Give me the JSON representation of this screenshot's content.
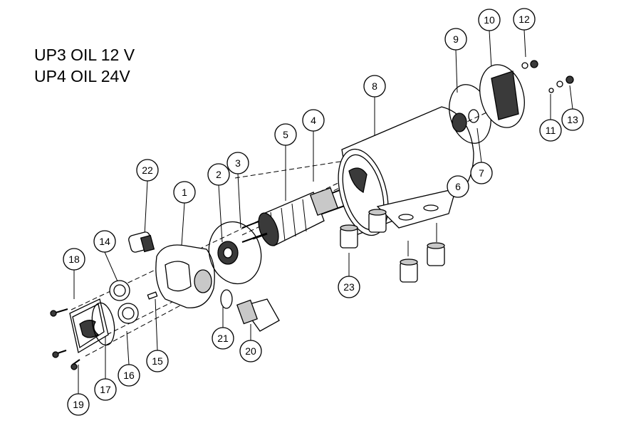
{
  "title": {
    "line1": "UP3 OIL 12 V",
    "line2": "UP4 OIL 24V"
  },
  "callouts": [
    "1",
    "2",
    "3",
    "4",
    "5",
    "6",
    "7",
    "8",
    "9",
    "10",
    "11",
    "12",
    "13",
    "14",
    "15",
    "16",
    "17",
    "18",
    "19",
    "20",
    "21",
    "22",
    "23"
  ],
  "colors": {
    "line": "#000000",
    "fill": "#ffffff",
    "shade": "#c8c8c8",
    "dark": "#3a3a3a"
  }
}
